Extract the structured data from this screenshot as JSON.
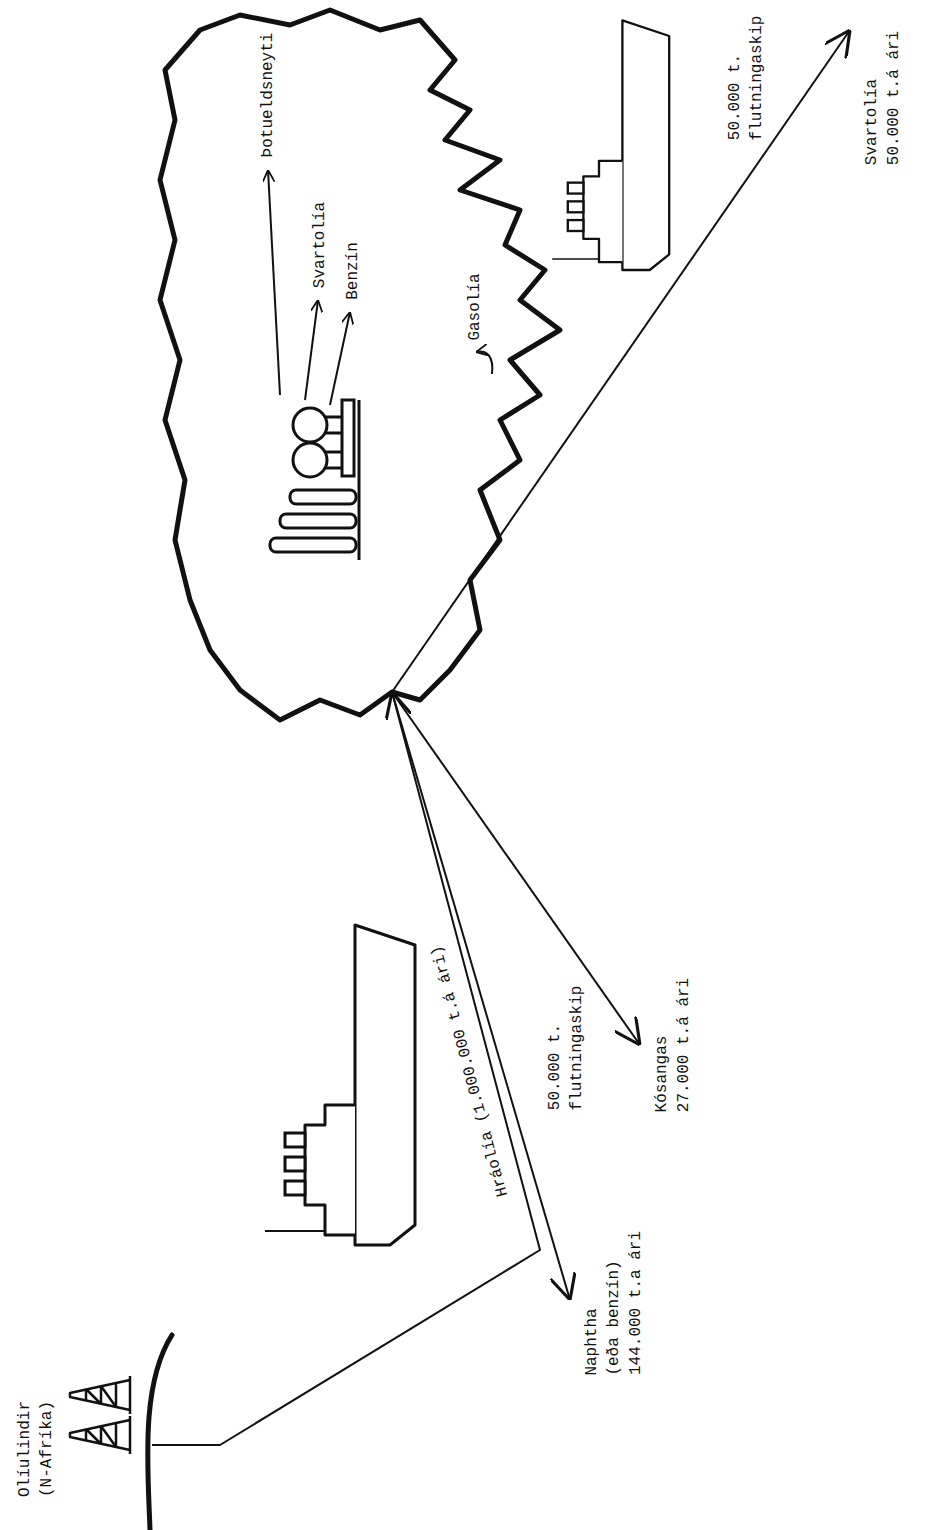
{
  "diagram": {
    "labels": [
      "Olíulindir",
      "(N-Afríka)",
      "Hráolía (1.000.000 t.á ári)",
      "50.000 t.",
      "flutningaskip",
      "Naphtha",
      "(eða benzín)",
      "144.000 t.a ári",
      "Kósangas",
      "27.000 t.á ári",
      "Gasolía",
      "Þotueldsneyti",
      "Svartolía",
      "Benzín",
      "50.000 t.",
      "flutningaskip",
      "Svartolía",
      "50.000 t.á ári"
    ]
  }
}
